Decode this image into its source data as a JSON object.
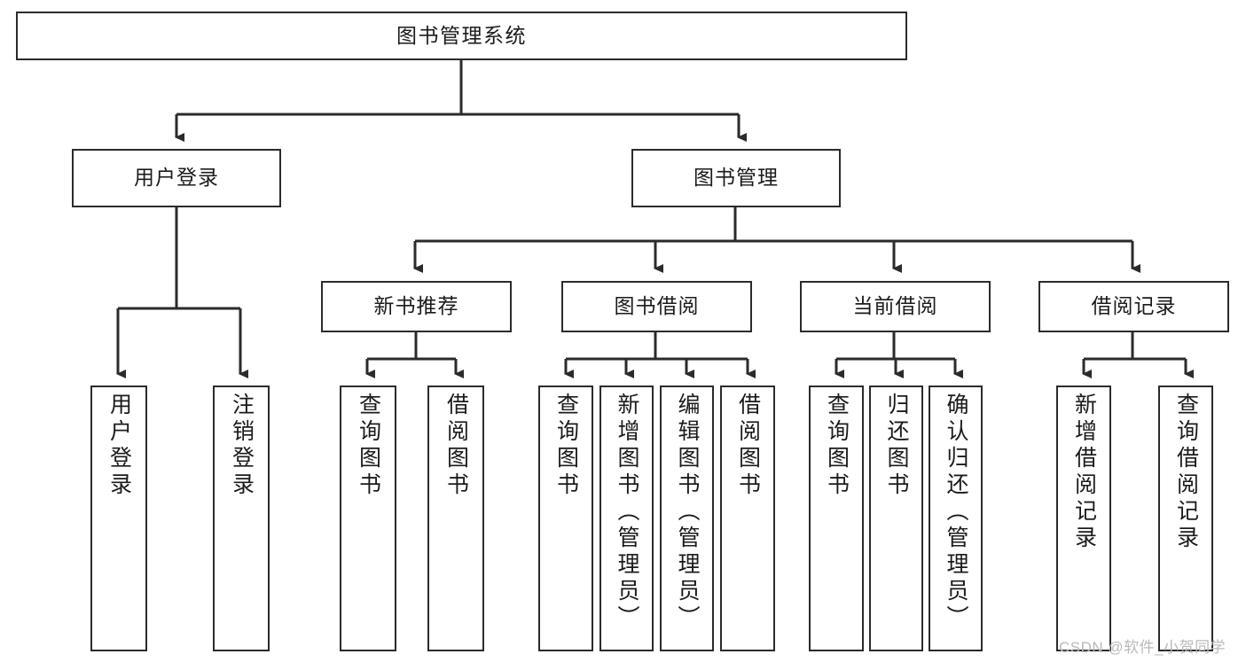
{
  "diagram": {
    "title": "图书管理系统",
    "type": "tree",
    "watermark": "CSDN @软件_小贺同学",
    "colors": {
      "box_border": "#2b2b2b",
      "box_fill": "#ffffff",
      "edge": "#2b2b2b",
      "text": "#1b1b1b",
      "watermark": "#b9b9b9"
    },
    "root": {
      "label": "图书管理系统"
    },
    "level2": [
      {
        "label": "用户登录"
      },
      {
        "label": "图书管理"
      }
    ],
    "level3": [
      {
        "label": "新书推荐"
      },
      {
        "label": "图书借阅"
      },
      {
        "label": "当前借阅"
      },
      {
        "label": "借阅记录"
      }
    ],
    "leaves": {
      "user_login": [
        {
          "label": "用户登录"
        },
        {
          "label": "注销登录"
        }
      ],
      "new_book_recommend": [
        {
          "label": "查询图书"
        },
        {
          "label": "借阅图书"
        }
      ],
      "book_borrow": [
        {
          "label": "查询图书"
        },
        {
          "label": "新增图书（管理员）"
        },
        {
          "label": "编辑图书（管理员）"
        },
        {
          "label": "借阅图书"
        }
      ],
      "current_borrow": [
        {
          "label": "查询图书"
        },
        {
          "label": "归还图书"
        },
        {
          "label": "确认归还（管理员）"
        }
      ],
      "borrow_record": [
        {
          "label": "新增借阅记录"
        },
        {
          "label": "查询借阅记录"
        }
      ]
    }
  }
}
